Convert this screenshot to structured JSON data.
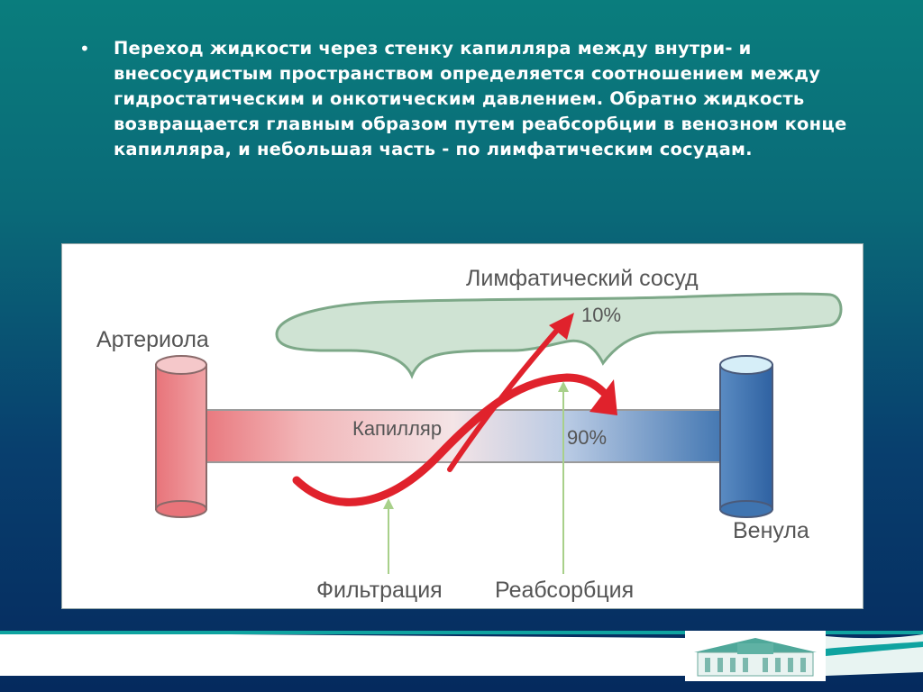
{
  "slide": {
    "bullet_symbol": "•",
    "bullet_text": "Переход жидкости через стенку капилляра между внутри- и внесосудистым пространством определяется соотношением между гидростатическим и онкотическим давлением. Обратно жидкость возвращается главным образом путем реабсорбции в венозном конце капилляра, и небольшая часть - по лимфатическим сосудам."
  },
  "diagram": {
    "labels": {
      "lymph_vessel": "Лимфатический сосуд",
      "arteriole": "Артериола",
      "capillary": "Капилляр",
      "venule": "Венула",
      "filtration": "Фильтрация",
      "reabsorption": "Реабсорбция",
      "percent_lymph": "10%",
      "percent_venous": "90%"
    },
    "colors": {
      "arteriole": "#e8747a",
      "venule": "#3f74b0",
      "lymph_fill": "#cfe3d3",
      "lymph_stroke": "#7da888",
      "arrow_red": "#e0222c",
      "pointer_green": "#a8d08a",
      "label_text": "#555555"
    }
  },
  "background": {
    "top": "#0a7d7d",
    "bottom": "#052a5e"
  },
  "footer": {
    "logo_icon": "building-logo-icon"
  }
}
